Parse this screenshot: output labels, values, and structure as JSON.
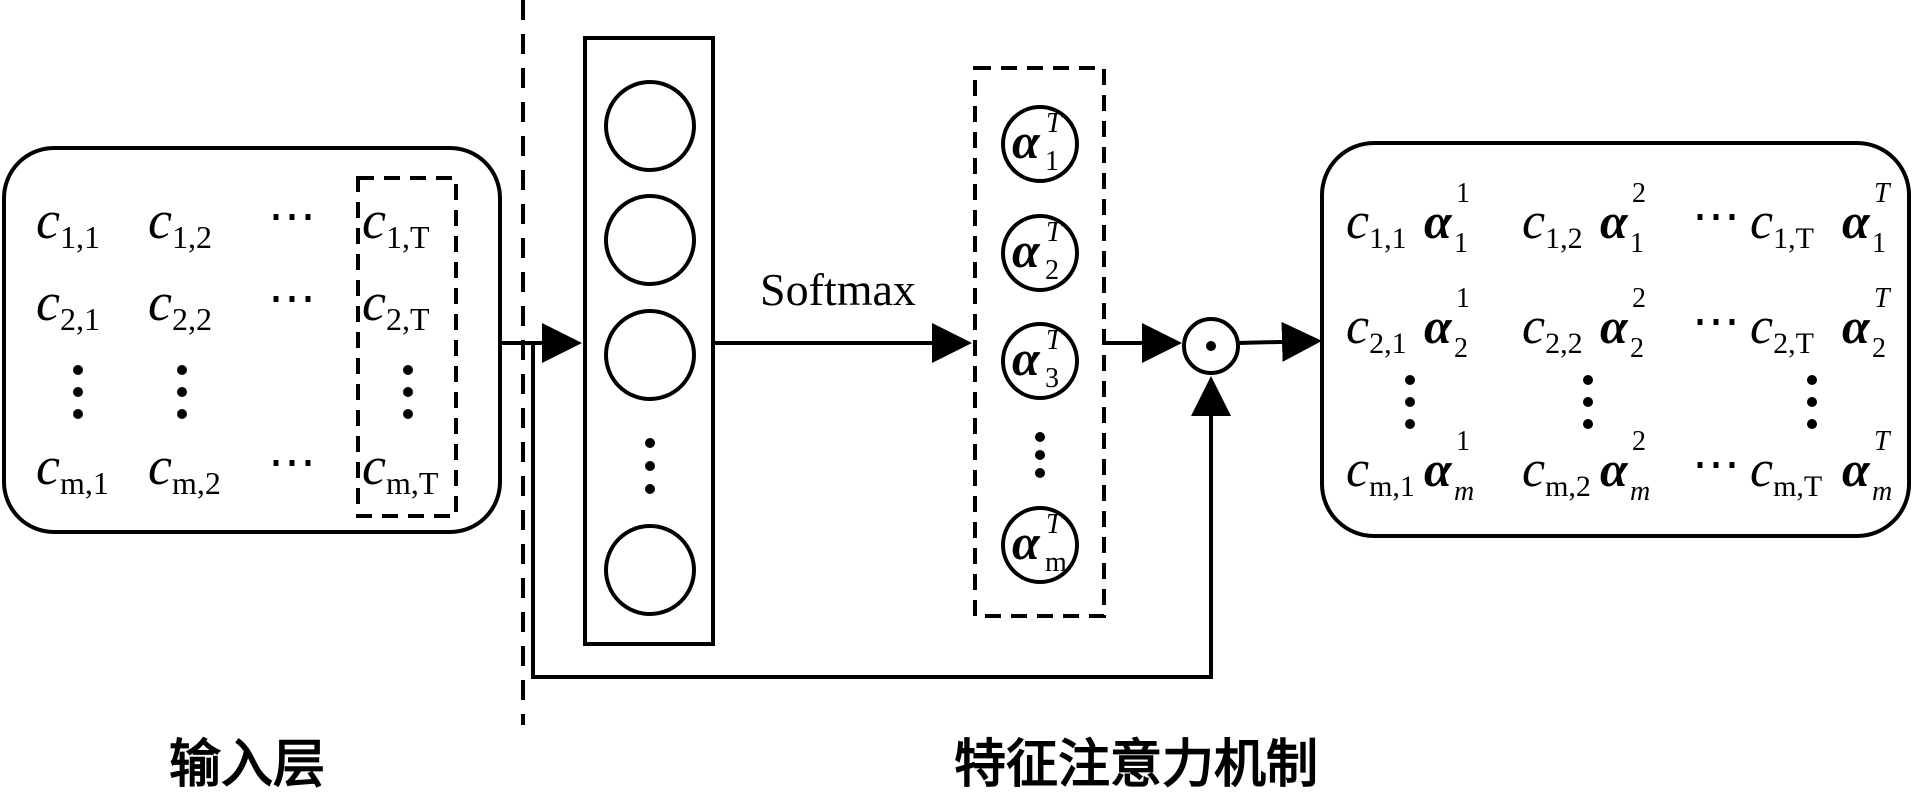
{
  "labels": {
    "input_layer": "输入层",
    "feature_attention": "特征注意力机制",
    "softmax": "Softmax",
    "dot_operator": "⊙"
  },
  "input_matrix": {
    "rows": [
      [
        "1,1",
        "1,2",
        "1,T"
      ],
      [
        "2,1",
        "2,2",
        "2,T"
      ],
      [
        "m,1",
        "m,2",
        "m,T"
      ]
    ],
    "symbol": "c",
    "ellipsis": "⋯"
  },
  "attention_weights": [
    "1",
    "2",
    "3",
    "m"
  ],
  "output_matrix": {
    "rows": [
      [
        [
          "1,1",
          "1",
          "1"
        ],
        [
          "1,2",
          "1",
          "2"
        ],
        [
          "1,T",
          "1",
          "T"
        ]
      ],
      [
        [
          "2,1",
          "2",
          "1"
        ],
        [
          "2,2",
          "2",
          "2"
        ],
        [
          "2,T",
          "2",
          "T"
        ]
      ],
      [
        [
          "m,1",
          "m",
          "1"
        ],
        [
          "m,2",
          "m",
          "2"
        ],
        [
          "m,T",
          "m",
          "T"
        ]
      ]
    ]
  }
}
